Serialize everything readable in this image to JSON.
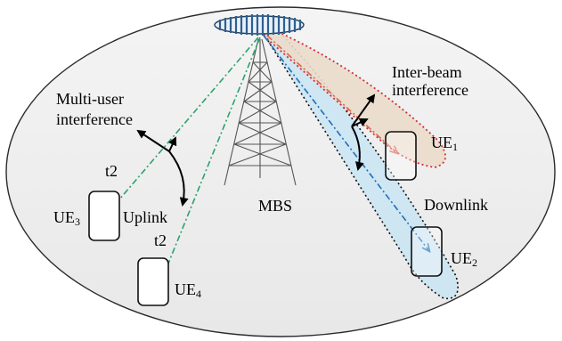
{
  "labels": {
    "inter_beam_line1": "Inter-beam",
    "inter_beam_line2": "interference",
    "multi_user_line1": "Multi-user",
    "multi_user_line2": "interference",
    "mbs": "MBS",
    "downlink": "Downlink",
    "uplink": "Uplink",
    "t2_a": "t2",
    "t2_b": "t2"
  },
  "user_equipment": [
    {
      "name": "UE",
      "index": "1"
    },
    {
      "name": "UE",
      "index": "2"
    },
    {
      "name": "UE",
      "index": "3"
    },
    {
      "name": "UE",
      "index": "4"
    }
  ],
  "colors": {
    "background_ellipse": "#efefef",
    "uplink_line": "#2aa36b",
    "downlink_line": "#1d6fb8",
    "inter_beam_line": "#d9664b",
    "beam_downlink_fill": "#c9e4f3",
    "beam_inter_fill": "#eadccb",
    "beam_inter_border": "#d0303a",
    "antenna_array": "#2f5f8f"
  }
}
